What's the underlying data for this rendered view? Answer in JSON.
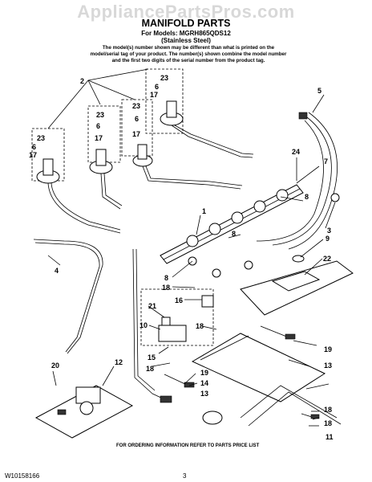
{
  "watermark": "AppliancePartsPros.com",
  "header": {
    "title": "MANIFOLD PARTS",
    "models_line": "For Models: MGRH865QDS12",
    "finish": "(Stainless Steel)",
    "note": "The model(s) number shown may be different than what is printed on the model/serial tag of your product. The number(s) shown combine the model number and the first two digits of the serial number from the product tag."
  },
  "callouts": {
    "c23a": "23",
    "c6a": "6",
    "c17a": "17",
    "c23b": "23",
    "c6b": "6",
    "c17b": "17",
    "c23c": "23",
    "c6c": "6",
    "c17c": "17",
    "c23d": "23",
    "c6d": "6",
    "c17d": "17",
    "c2": "2",
    "c5": "5",
    "c24": "24",
    "c7": "7",
    "c1": "1",
    "c8a": "8",
    "c3": "3",
    "c8b": "8",
    "c9": "9",
    "c22": "22",
    "c4": "4",
    "c8c": "8",
    "c18a": "18",
    "c16": "16",
    "c21": "21",
    "c10": "10",
    "c18b": "18",
    "c19a": "19",
    "c15": "15",
    "c18c": "18",
    "c13a": "13",
    "c20": "20",
    "c12": "12",
    "c19b": "19",
    "c14": "14",
    "c13b": "13",
    "c18d": "18",
    "c18e": "18",
    "c11": "11"
  },
  "footer": {
    "ordering": "FOR ORDERING INFORMATION REFER TO PARTS PRICE LIST",
    "doc_id": "W10158166",
    "page": "3"
  }
}
